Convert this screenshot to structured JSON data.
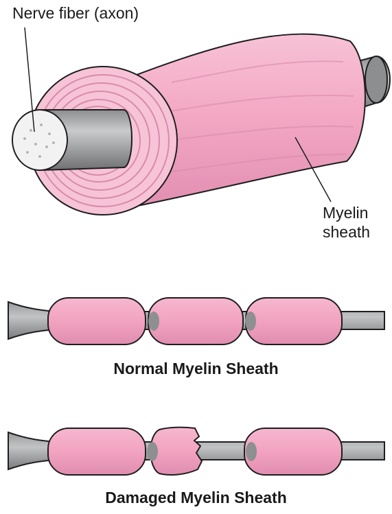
{
  "labels": {
    "axon": "Nerve fiber (axon)",
    "myelin_line1": "Myelin",
    "myelin_line2": "sheath"
  },
  "captions": {
    "normal": "Normal Myelin Sheath",
    "damaged": "Damaged Myelin Sheath"
  },
  "colors": {
    "sheath_pink": "#f4a9c4",
    "sheath_dark": "#d97ea3",
    "axon_gray": "#a7a8aa",
    "axon_dark": "#6e6f71",
    "outline": "#1e1e1e"
  }
}
